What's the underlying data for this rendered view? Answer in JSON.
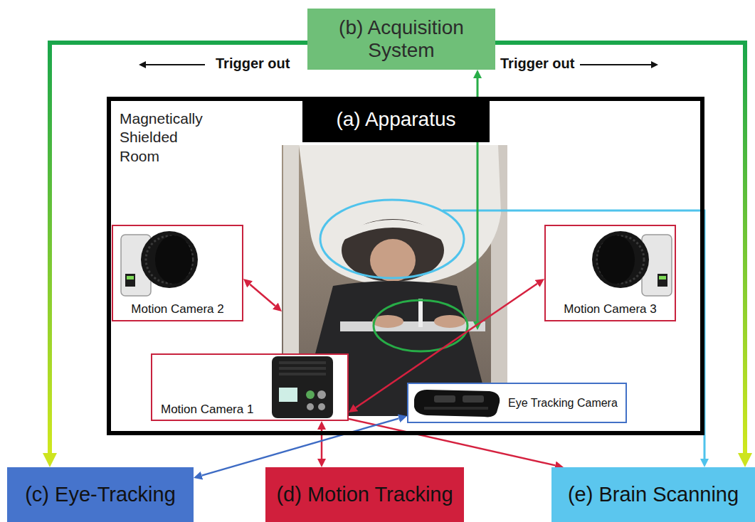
{
  "diagram": {
    "nodes": [
      {
        "text": [
          "(b) Acquisition System"
        ]
      },
      {
        "text": [
          "Magnetically Shielded Room"
        ]
      },
      {
        "text": [
          "(a) Apparatus"
        ],
        "in": 1
      },
      {
        "text": [
          "Motion Camera 2"
        ],
        "in": 1
      },
      {
        "text": [
          "Motion Camera 3"
        ],
        "in": 1
      },
      {
        "text": [
          "Motion Camera 1"
        ],
        "in": 1
      },
      {
        "text": [
          "Eye Tracking Camera"
        ],
        "in": 1
      },
      {
        "text": [
          "(c) Eye-Tracking"
        ]
      },
      {
        "text": [
          "(d) Motion Tracking"
        ]
      },
      {
        "text": [
          "(e) Brain Scanning"
        ]
      }
    ],
    "edges": [
      {
        "from": 0,
        "to": 7,
        "arrow": "to",
        "label": "Trigger out"
      },
      {
        "from": 0,
        "to": 9,
        "arrow": "to",
        "label": "Trigger out"
      },
      {
        "from": 3,
        "to": 2,
        "arrow": "both"
      },
      {
        "from": 5,
        "to": 4,
        "arrow": "both"
      },
      {
        "from": 5,
        "to": 9,
        "arrow": "to"
      },
      {
        "from": 5,
        "to": 8,
        "arrow": "both"
      },
      {
        "from": 6,
        "to": 7,
        "arrow": "both"
      }
    ]
  }
}
